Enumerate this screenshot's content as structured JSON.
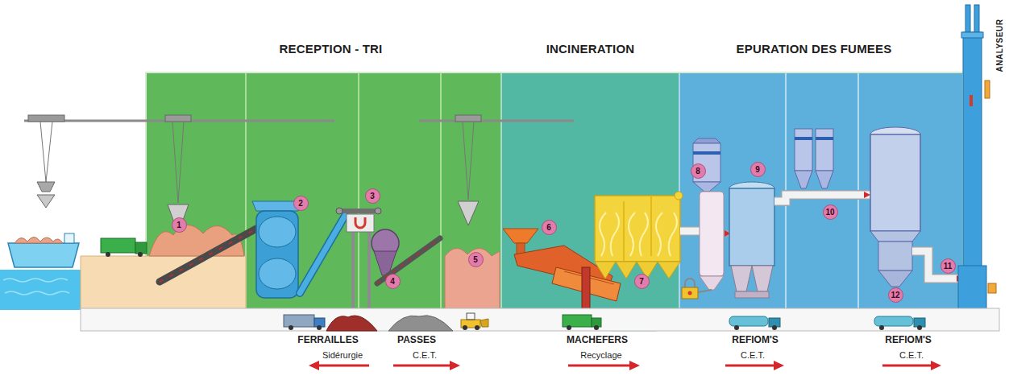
{
  "diagram": {
    "nodes": [
      {
        "text": [
          "RECEPTION - TRI"
        ]
      },
      {
        "text": [
          "INCINERATION"
        ]
      },
      {
        "text": [
          "EPURATION DES FUMEES"
        ]
      }
    ],
    "labels": [
      "ANALYSEUR",
      "1",
      "2",
      "3",
      "4",
      "5",
      "6",
      "7",
      "8",
      "9",
      "10",
      "11",
      "12",
      "FERRAILLES",
      "Sidérurgie",
      "PASSES",
      "C.E.T.",
      "MACHEFERS",
      "Recyclage",
      "REFIOM'S",
      "C.E.T.",
      "REFIOM'S",
      "C.E.T."
    ]
  }
}
